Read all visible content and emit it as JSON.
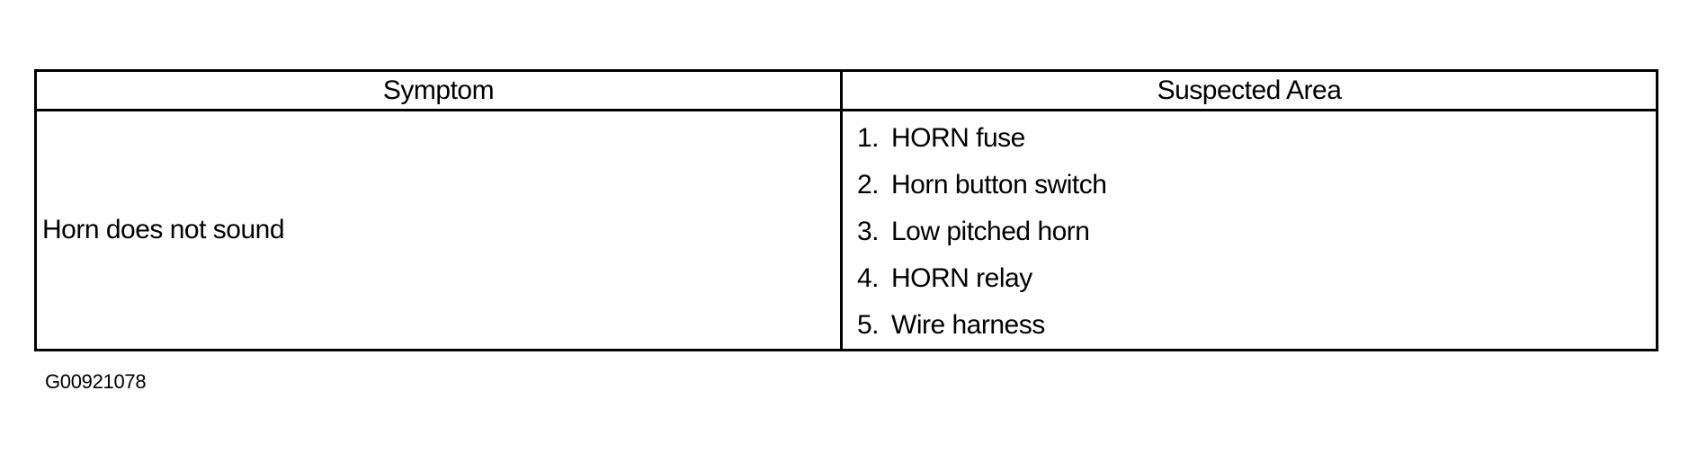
{
  "table": {
    "headers": {
      "symptom": "Symptom",
      "suspected_area": "Suspected Area"
    },
    "rows": [
      {
        "symptom": "Horn does not sound",
        "areas": [
          {
            "num": "1.",
            "text": "HORN fuse"
          },
          {
            "num": "2.",
            "text": "Horn button switch"
          },
          {
            "num": "3.",
            "text": "Low pitched horn"
          },
          {
            "num": "4.",
            "text": "HORN relay"
          },
          {
            "num": "5.",
            "text": "Wire harness"
          }
        ]
      }
    ]
  },
  "figure_id": "G00921078"
}
